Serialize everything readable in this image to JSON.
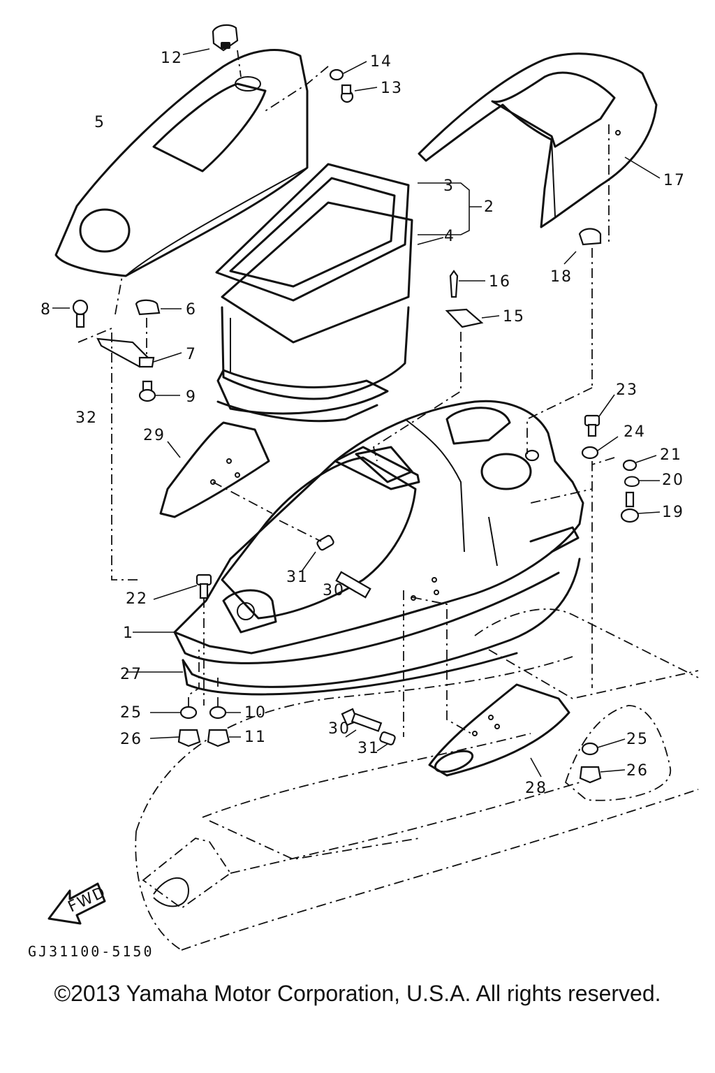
{
  "diagram": {
    "code": "GJ31100-5150",
    "copyright": "©2013 Yamaha Motor Corporation, U.S.A. All rights reserved.",
    "fwd_label": "FWD",
    "callouts": {
      "p1": "1",
      "p2": "2",
      "p3": "3",
      "p4": "4",
      "p5": "5",
      "p6": "6",
      "p7": "7",
      "p8": "8",
      "p9": "9",
      "p10": "10",
      "p11": "11",
      "p12": "12",
      "p13": "13",
      "p14": "14",
      "p15": "15",
      "p16": "16",
      "p17": "17",
      "p18": "18",
      "p19": "19",
      "p20": "20",
      "p21": "21",
      "p22": "22",
      "p23": "23",
      "p24": "24",
      "p25a": "25",
      "p25b": "25",
      "p26a": "26",
      "p26b": "26",
      "p27": "27",
      "p28": "28",
      "p29": "29",
      "p30a": "30",
      "p30b": "30",
      "p31a": "31",
      "p31b": "31",
      "p32": "32"
    }
  }
}
